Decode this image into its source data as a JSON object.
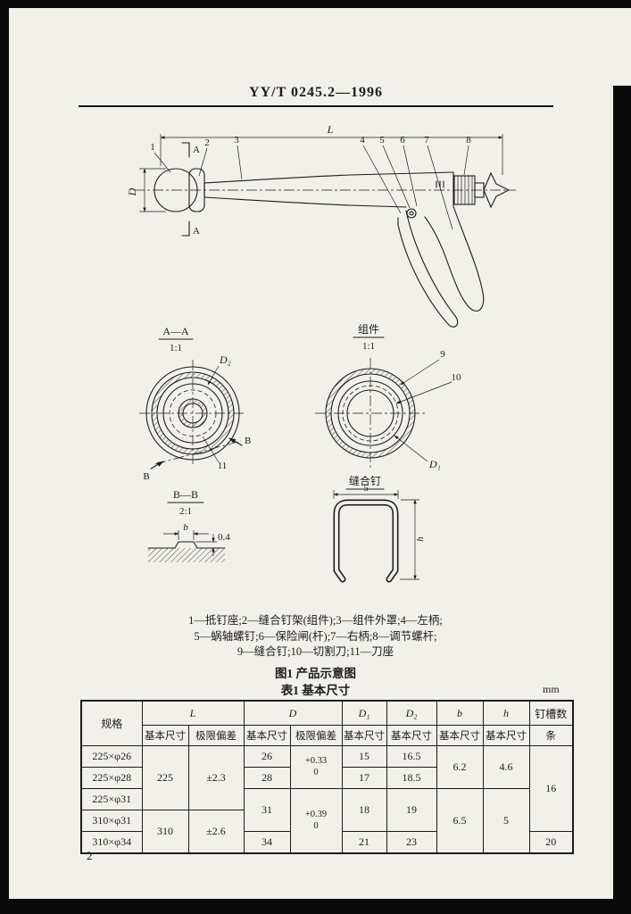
{
  "page": {
    "standard_code": "YY/T 0245.2—1996",
    "page_number": "2",
    "unit_label": "mm"
  },
  "figure": {
    "caption": "图1  产品示意图",
    "legend": [
      "1—抵钉座;2—缝合钉架(组件);3—组件外罩;4—左柄;",
      "5—蜗轴螺钉;6—保险闸(杆);7—右柄;8—调节螺杆;",
      "9—缝合钉;10—切割刀;11—刀座"
    ],
    "dims": {
      "L": "L",
      "D": "D",
      "D1": "D₁",
      "D2": "D₂",
      "b": "b",
      "h": "h",
      "w5": "5",
      "tol04": "0.4"
    },
    "cuts": {
      "A": "A",
      "B": "B"
    },
    "parts": {
      "p1": "1",
      "p2": "2",
      "p3": "3",
      "p4": "4",
      "p5": "5",
      "p6": "6",
      "p7": "7",
      "p8": "8",
      "p9": "9",
      "p10": "10",
      "p11": "11"
    },
    "sections": {
      "aa_title": "A—A",
      "aa_scale": "1:1",
      "comp_title": "组件",
      "comp_scale": "1:1",
      "bb_title": "B—B",
      "bb_scale": "2:1",
      "staple_title": "缝合钉"
    }
  },
  "table": {
    "caption": "表1  基本尺寸",
    "headers": {
      "spec": "规格",
      "L": "L",
      "D": "D",
      "D1": "D₁",
      "D2": "D₂",
      "b": "b",
      "h": "h",
      "slots": "钉槽数",
      "basic": "基本尺寸",
      "dev": "极限偏差",
      "tiao": "条"
    },
    "rows": [
      {
        "spec": "225×φ26",
        "L": "225",
        "L_dev": "±2.3",
        "D": "26",
        "D_dev": "+0.33\n0",
        "D1": "15",
        "D2": "16.5",
        "b": "6.2",
        "h": "4.6",
        "slots": "16"
      },
      {
        "spec": "225×φ28",
        "D": "28",
        "D1": "17",
        "D2": "18.5"
      },
      {
        "spec": "225×φ31",
        "D": "31",
        "D_dev": "+0.39\n0",
        "D1": "18",
        "D2": "19",
        "b": "6.5",
        "h": "5"
      },
      {
        "spec": "310×φ31",
        "L": "310",
        "L_dev": "±2.6"
      },
      {
        "spec": "310×φ34",
        "D": "34",
        "D1": "21",
        "D2": "23",
        "slots": "20"
      }
    ]
  }
}
